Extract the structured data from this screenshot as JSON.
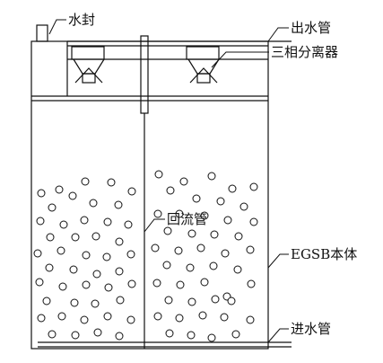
{
  "labels": {
    "water_seal": "水封",
    "outlet_pipe": "出水管",
    "three_phase_separator": "三相分离器",
    "return_pipe": "回流管",
    "egsb_body": "EGSB本体",
    "inlet_pipe": "进水管"
  },
  "colors": {
    "line": "#111111",
    "background": "#ffffff"
  }
}
